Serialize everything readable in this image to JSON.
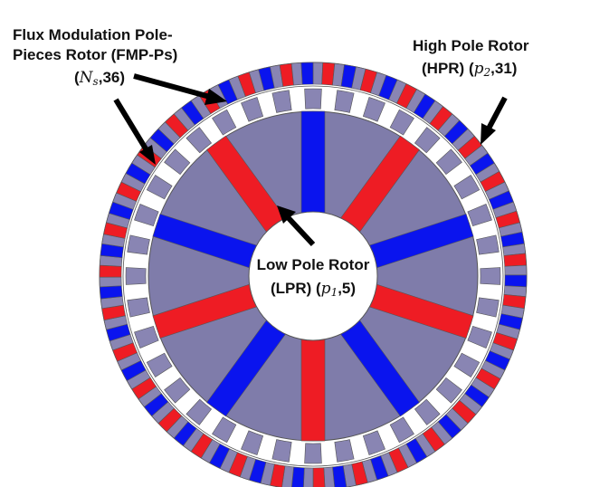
{
  "labels": {
    "fmp": {
      "line1": "Flux Modulation Pole-",
      "line2": "Pieces Rotor (FMP-Ps)",
      "line3_prefix": "(",
      "symbol": "N",
      "subscript": "s",
      "line3_suffix": ",36)"
    },
    "hpr": {
      "line1": "High Pole Rotor",
      "line2_prefix": "(HPR) (",
      "symbol": "p",
      "subscript": "2",
      "line2_suffix": ",31)"
    },
    "lpr": {
      "line1": "Low Pole Rotor",
      "line2_prefix": "(LPR) (",
      "symbol": "p",
      "subscript": "1",
      "line2_suffix": ",5)"
    }
  },
  "machine": {
    "lpr_pole_pairs": 5,
    "hpr_pole_pairs": 31,
    "fmp_pole_pieces": 36
  },
  "colors": {
    "red": "#ee1c24",
    "blue": "#0a14ee",
    "lpr_back_iron": "#7f7caa",
    "pole_piece": "#8985b3",
    "airgap": "#ffffff",
    "outline": "#555555"
  }
}
